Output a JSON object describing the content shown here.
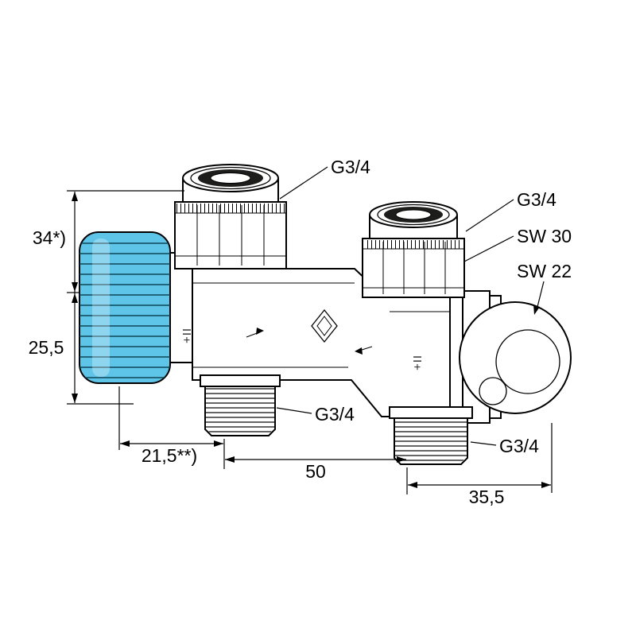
{
  "page": {
    "background": "#ffffff"
  },
  "diagram": {
    "type": "technical-drawing",
    "subject": "H-block thermostatic radiator valve with dimensions",
    "colors": {
      "line": "#000000",
      "cap_blue": "#5ec4e8",
      "cap_stripe": "#0e4658",
      "seal": "#1d1d1b",
      "text": "#000000"
    },
    "callouts": {
      "top_left_thread": "G3/4",
      "top_right_thread": "G3/4",
      "union_nut_wrench": "SW 30",
      "cap_wrench": "SW 22",
      "bottom_left_thread": "G3/4",
      "bottom_right_thread": "G3/4"
    },
    "dimensions": {
      "upper_height": "34*)",
      "lower_height": "25,5",
      "left_offset": "21,5**)",
      "center_distance": "50",
      "right_offset": "35,5"
    },
    "markings": {
      "left_port": "+II",
      "right_port": "+II"
    }
  }
}
